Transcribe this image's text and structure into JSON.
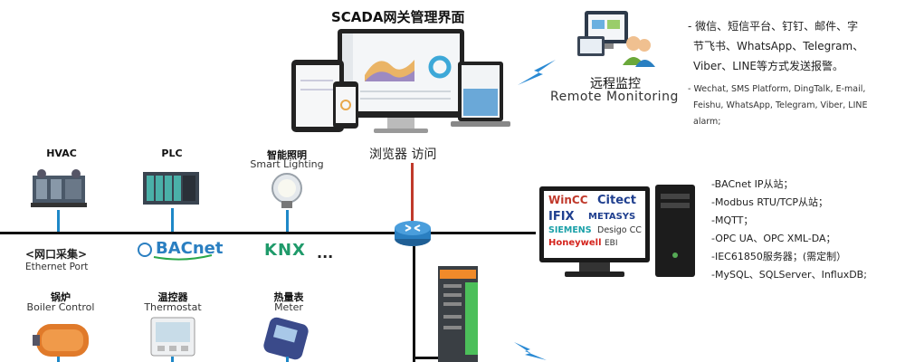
{
  "top": {
    "title": "SCADA网关管理界面",
    "browser_access": "浏览器 访问"
  },
  "remote": {
    "cn": "远程监控",
    "en": "Remote Monitoring"
  },
  "alarm": {
    "cn_lines": [
      "- 微信、短信平台、钉钉、邮件、字",
      "节飞书、WhatsApp、Telegram、",
      "Viber、LINE等方式发送报警。"
    ],
    "en_lines": [
      "- Wechat, SMS Platform, DingTalk, E-mail,",
      "Feishu, WhatsApp, Telegram, Viber, LINE",
      "alarm;"
    ]
  },
  "devices_top": [
    {
      "name": "HVAC",
      "sub": ""
    },
    {
      "name": "PLC",
      "sub": ""
    },
    {
      "name": "智能照明",
      "sub": "Smart Lighting"
    }
  ],
  "ethernet": {
    "cn": "<网口采集>",
    "en": "Ethernet Port",
    "bacnet": "BACnet",
    "knx": "KNX",
    "dots": "..."
  },
  "devices_bottom": [
    {
      "name": "锅炉",
      "sub": "Boiler Control"
    },
    {
      "name": "温控器",
      "sub": "Thermostat"
    },
    {
      "name": "热量表",
      "sub": "Meter"
    }
  ],
  "scada_logos": [
    "WinCC",
    "Citect",
    "IFIX",
    "METASYS",
    "SIEMENS",
    "Desigo CC",
    "Honeywell",
    "EBI"
  ],
  "protocols": [
    "-BACnet IP从站；",
    "-Modbus RTU/TCP从站；",
    "-MQTT；",
    "-OPC UA、OPC XML-DA；",
    "-IEC61850服务器；(需定制）",
    "-MySQL、SQLServer、InfluxDB;"
  ],
  "colors": {
    "bus": "#111111",
    "device_link": "#1e88c8",
    "uplink": "#c0392b",
    "router": "#2a7fc1",
    "lightning": "#2a8ad4"
  }
}
